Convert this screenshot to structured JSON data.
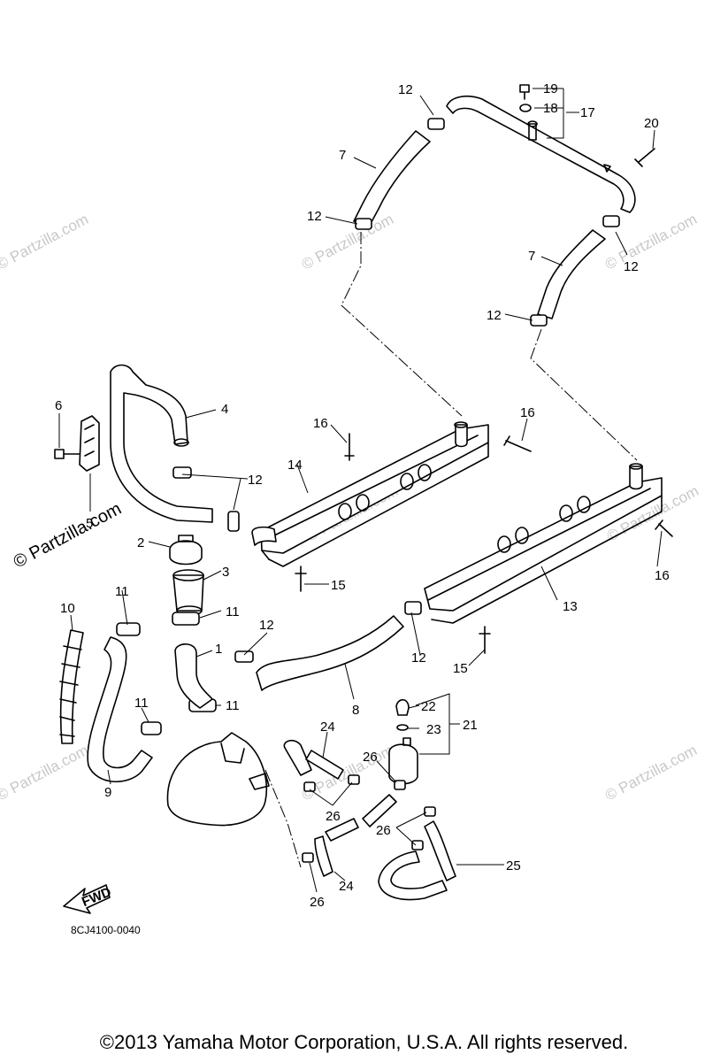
{
  "callouts": {
    "c1": "1",
    "c2": "2",
    "c3": "3",
    "c4": "4",
    "c5": "5",
    "c6": "6",
    "c7": "7",
    "c8": "8",
    "c9": "9",
    "c10": "10",
    "c11": "11",
    "c12": "12",
    "c13": "13",
    "c14": "14",
    "c15": "15",
    "c16": "16",
    "c17": "17",
    "c18": "18",
    "c19": "19",
    "c20": "20",
    "c21": "21",
    "c22": "22",
    "c23": "23",
    "c24": "24",
    "c25": "25",
    "c26": "26"
  },
  "fwd_label": "FWD",
  "diagram_code": "8CJ4100-0040",
  "side_watermark": "© Partzilla.com",
  "watermark": "© Partzilla.com",
  "copyright": "©2013 Yamaha Motor Corporation, U.S.A. All rights reserved."
}
